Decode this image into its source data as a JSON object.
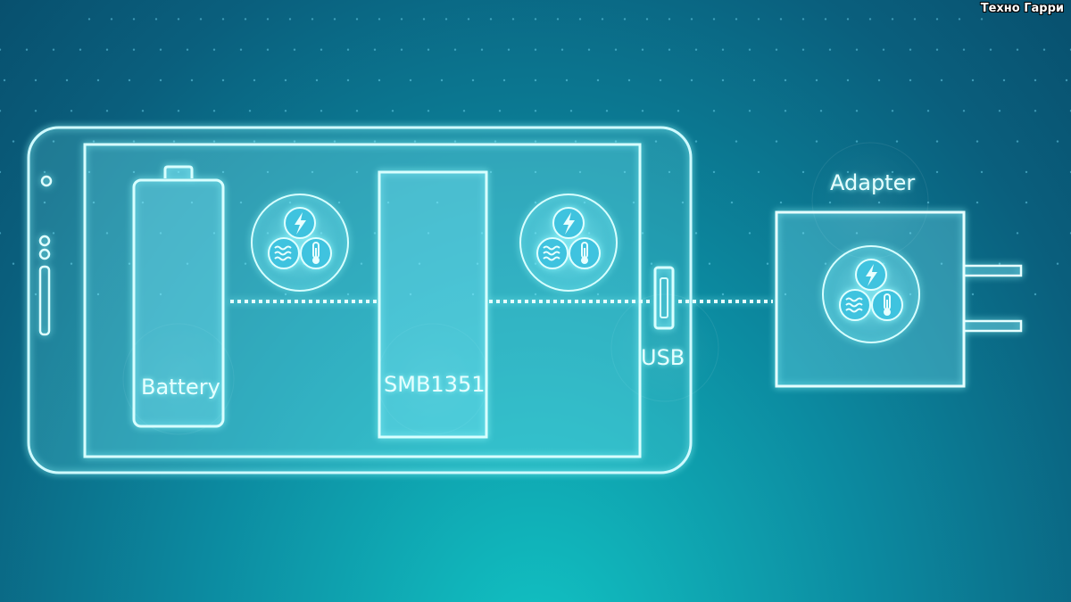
{
  "watermark": "Техно Гарри",
  "labels": {
    "battery": "Battery",
    "chip": "SMB1351",
    "usb": "USB",
    "adapter": "Adapter"
  },
  "icons": [
    "lightning-icon",
    "waves-icon",
    "thermometer-icon"
  ],
  "colors": {
    "line": "#bff8ff",
    "fill": "rgba(120,230,255,0.18)"
  }
}
